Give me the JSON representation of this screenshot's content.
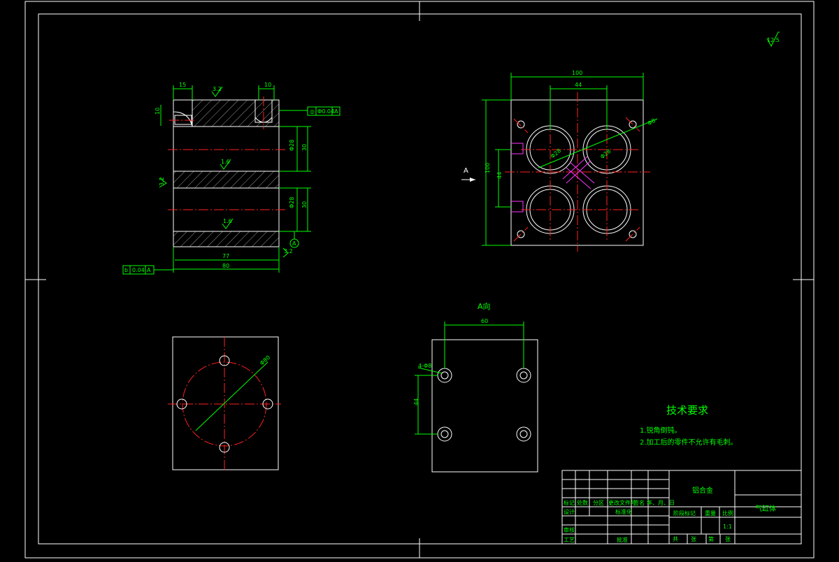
{
  "drawing": {
    "roughness_mark": "12.5",
    "view_a_label": "A向",
    "view_arrow_letter": "A",
    "datum_letter": "A",
    "datum_letter_b": "b"
  },
  "section_view": {
    "dims": {
      "top_left": "15",
      "top_right": "10",
      "bottom_inner": "77",
      "bottom_total": "80",
      "left_small": "10",
      "right_upper": "30",
      "right_lower": "30",
      "right_upper_dia": "Φ28",
      "right_lower_dia": "Φ28",
      "left_slope": "3.2"
    },
    "roughness": [
      "3.2",
      "1.6",
      "1.6",
      "3.2"
    ],
    "tolerance_top": [
      "◎",
      "Φ0.04",
      "A"
    ],
    "tolerance_bottom": [
      "b",
      "0.04",
      "A"
    ]
  },
  "plan_view": {
    "dims": {
      "overall_width": "100",
      "center_spacing": "44",
      "overall_height": "100",
      "inner_height": "44",
      "diag": "Φ8",
      "bore_upper_left": "Φ28",
      "bore_upper_right": "Φ28"
    }
  },
  "a_view": {
    "dims": {
      "top_spacing": "60",
      "left_spacing": "44",
      "hole_label": "4-Φ8"
    }
  },
  "flange_view": {
    "dims": {
      "bolt_circle": "Φ80"
    }
  },
  "tech_requirements": {
    "title": "技术要求",
    "items": [
      "1.锐角倒钝。",
      "2.加工后的零件不允许有毛刺。"
    ]
  },
  "title_block": {
    "material": "铝合金",
    "part_name": "气缸体",
    "scale": "1:1",
    "row_headers": [
      "标记",
      "处数",
      "分区",
      "更改文件号",
      "签名",
      "年、月、日"
    ],
    "design": "设计",
    "standardize": "标准化",
    "review": "审核",
    "process": "工艺",
    "approve": "批准",
    "stage_mark": "阶段标记",
    "weight": "重量",
    "ratio": "比例",
    "sheet_row": [
      "共",
      "张",
      "第",
      "张"
    ]
  }
}
